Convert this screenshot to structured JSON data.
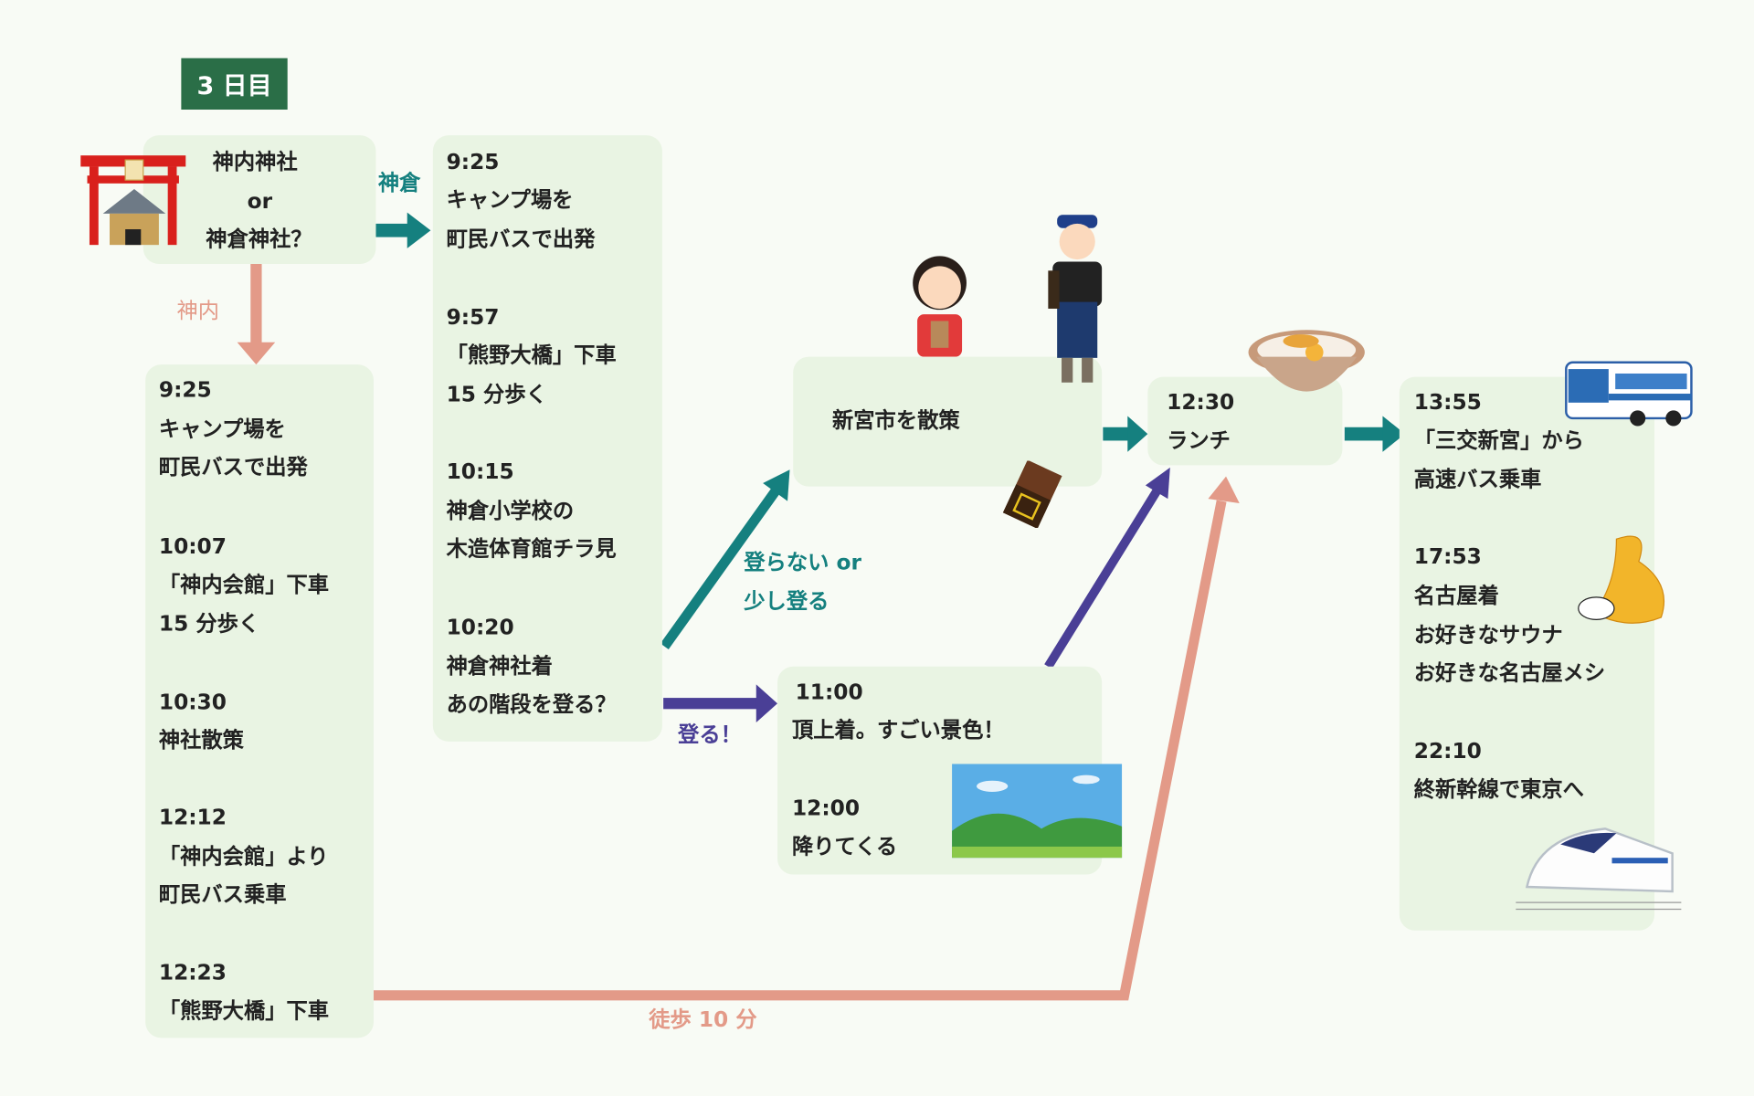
{
  "title": "3 日目",
  "colors": {
    "green": "#2a6e47",
    "teal": "#15807f",
    "salmon": "#e39a88",
    "purple": "#4a3f96",
    "box": "#e9f4e3"
  },
  "question": {
    "lines": [
      "神内神社",
      "or",
      "神倉神社？"
    ]
  },
  "routes": {
    "kamikura": "神倉",
    "jinnai": "神内",
    "not_climb": [
      "登らない or",
      "少し登る"
    ],
    "climb": "登る！",
    "walk": "徒歩 10 分"
  },
  "jinnai_column": [
    "9:25",
    "キャンプ場を",
    "町民バスで出発",
    "10:07",
    "「神内会館」下車",
    "15 分歩く",
    "10:30",
    "神社散策",
    "12:12",
    "「神内会館」より",
    "町民バス乗車",
    "12:23",
    "「熊野大橋」下車"
  ],
  "kamikura_column": [
    "9:25",
    "キャンプ場を",
    "町民バスで出発",
    "9:57",
    "「熊野大橋」下車",
    "15 分歩く",
    "10:15",
    "神倉小学校の",
    "木造体育館チラ見",
    "10:20",
    "神倉神社着",
    "あの階段を登る？"
  ],
  "stroll": "新宮市を散策",
  "summit": [
    "11:00",
    "頂上着。すごい景色！",
    "12:00",
    "降りてくる"
  ],
  "lunch": [
    "12:30",
    "ランチ"
  ],
  "return": [
    "13:55",
    "「三交新宮」から",
    "高速バス乗車",
    "17:53",
    "名古屋着",
    "お好きなサウナ",
    "お好きな名古屋メシ",
    "22:10",
    "終新幹線で東京へ"
  ],
  "icons": [
    "shrine-icon",
    "girl-drink-icon",
    "shopkeeper-icon",
    "chocolate-icon",
    "udon-pot-icon",
    "bus-icon",
    "shachihoko-icon",
    "landscape-icon",
    "shinkansen-icon"
  ]
}
